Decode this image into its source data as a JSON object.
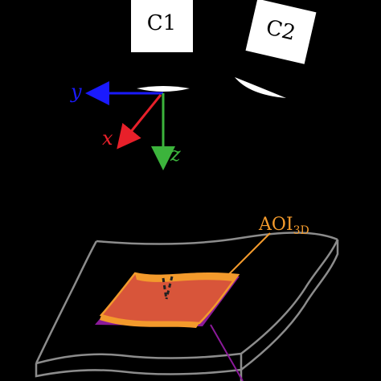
{
  "cameras": [
    {
      "label": "C1"
    },
    {
      "label": "C2"
    }
  ],
  "axes": {
    "x": {
      "label": "x",
      "color": "#e8202a"
    },
    "y": {
      "label": "y",
      "color": "#1a1aff"
    },
    "z": {
      "label": "z",
      "color": "#3cb43c"
    }
  },
  "aoi": {
    "label": "AOI",
    "subscript": "3D",
    "color": "#f39a2c",
    "patch_fill": "#d8553a",
    "projection_color": "#8b1a9a"
  },
  "plate": {
    "edge_color": "#8c8c8c"
  }
}
